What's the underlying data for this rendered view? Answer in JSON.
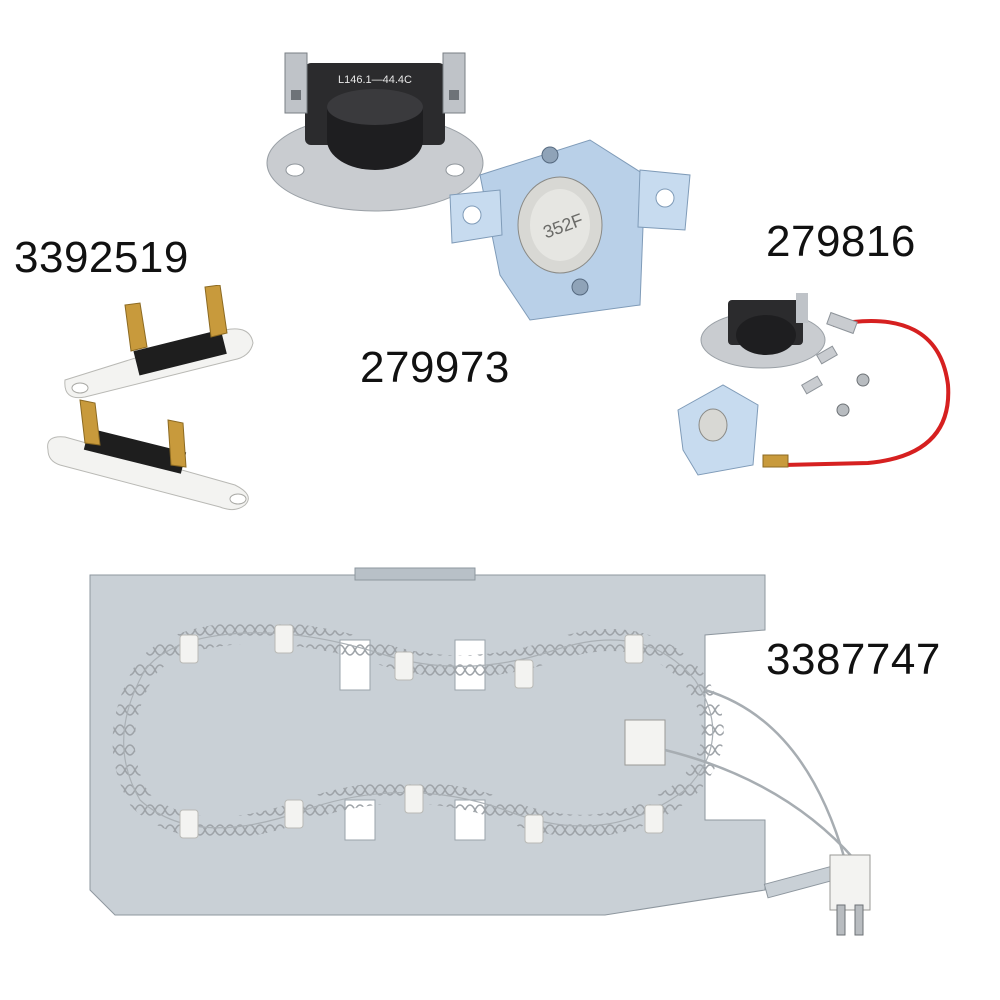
{
  "labels": {
    "fuse_3392519": "3392519",
    "thermostat_279973": "279973",
    "kit_279816": "279816",
    "heater_3387747": "3387747"
  },
  "engravings": {
    "hi_limit_thermostat": "L146.1—44.4C",
    "thermostat_279973": "352F"
  },
  "colors": {
    "background": "#ffffff",
    "text": "#111111",
    "metal": "#c9d0d6",
    "bracket_blue": "#b7cfe6",
    "wire_red": "#d62020",
    "terminal_brass": "#c89a3c",
    "ceramic_white": "#f3f3f1"
  },
  "icons": [
    "thermal-fuse-icon",
    "thermostat-icon",
    "heater-coil-icon"
  ]
}
